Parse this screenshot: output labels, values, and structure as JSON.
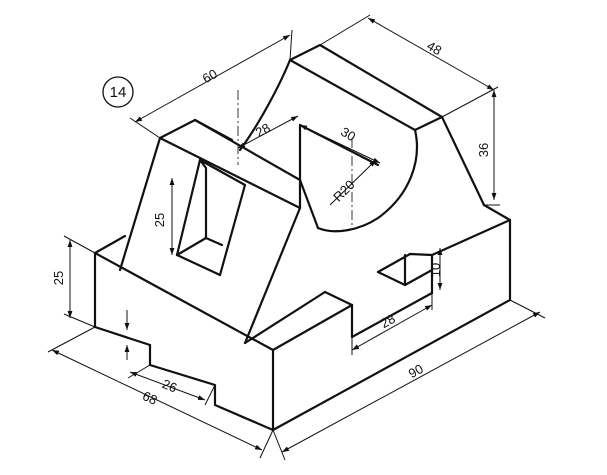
{
  "figure": {
    "number": "14",
    "dimensions": {
      "top_length": "60",
      "top_depth": "48",
      "height_upper": "36",
      "inner_width": "28",
      "inner_depth": "30",
      "radius": "R20",
      "window_height": "25",
      "base_height": "25",
      "step": "10",
      "slot_width": "28",
      "notch": "26",
      "base_width": "68",
      "base_length": "90"
    }
  }
}
